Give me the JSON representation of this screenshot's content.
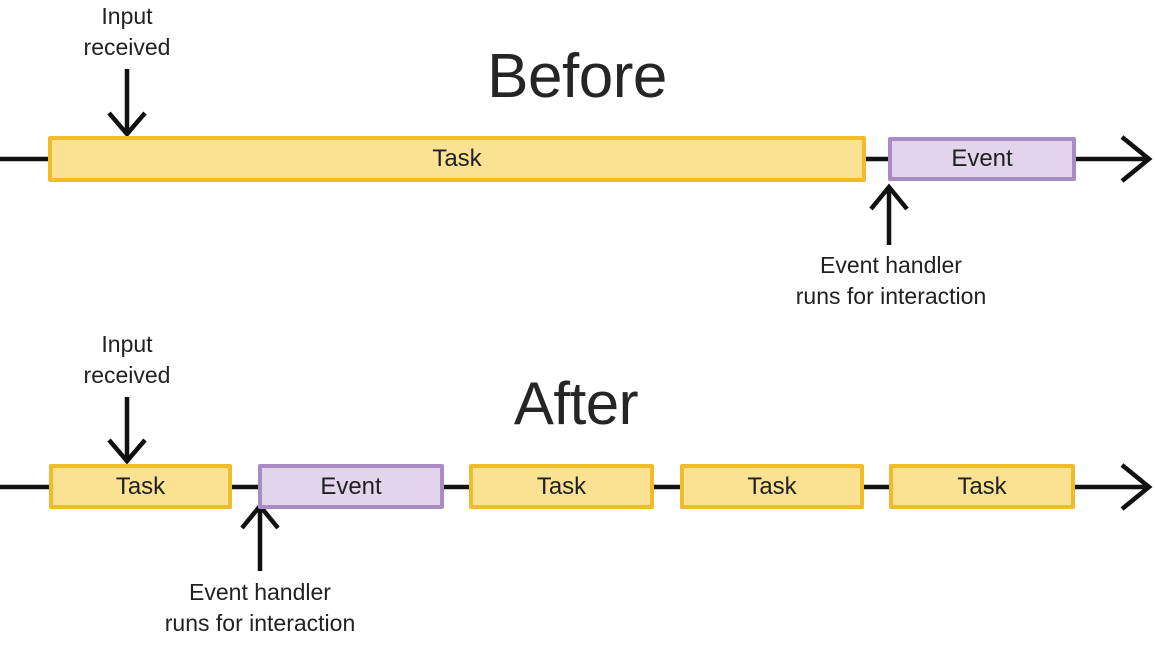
{
  "colors": {
    "task_fill": "#FBE293",
    "task_border": "#F2BB29",
    "event_fill": "#E2D4EB",
    "event_border": "#A98BC5",
    "arrow": "#111111",
    "text": "#202124"
  },
  "before": {
    "title": "Before",
    "input_label": "Input\nreceived",
    "handler_label": "Event handler\nruns for interaction",
    "segments": [
      {
        "type": "task",
        "label": "Task"
      },
      {
        "type": "event",
        "label": "Event"
      }
    ]
  },
  "after": {
    "title": "After",
    "input_label": "Input\nreceived",
    "handler_label": "Event handler\nruns for interaction",
    "segments": [
      {
        "type": "task",
        "label": "Task"
      },
      {
        "type": "event",
        "label": "Event"
      },
      {
        "type": "task",
        "label": "Task"
      },
      {
        "type": "task",
        "label": "Task"
      },
      {
        "type": "task",
        "label": "Task"
      }
    ]
  }
}
